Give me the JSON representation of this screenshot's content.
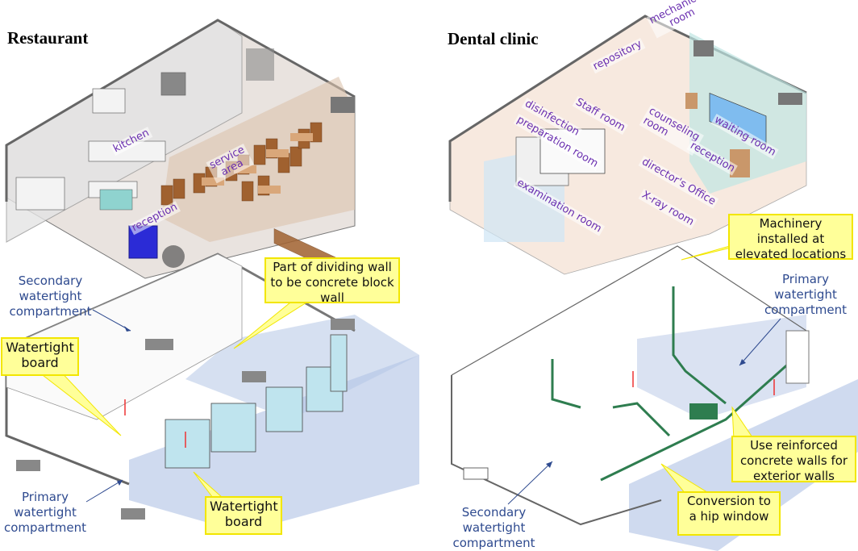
{
  "figure": {
    "panels": [
      {
        "title": "Restaurant",
        "rooms": [
          "kitchen",
          "service area",
          "reception"
        ],
        "annotations": {
          "secondary": "Secondary watertight compartment",
          "primary": "Primary watertight compartment",
          "callouts": [
            "Part of dividing wall to be concrete block wall",
            "Watertight board",
            "Watertight board"
          ]
        }
      },
      {
        "title": "Dental clinic",
        "rooms": [
          "repository",
          "mechanical room",
          "Staff room",
          "disinfection",
          "preparation room",
          "counseling room",
          "waiting room",
          "reception",
          "director's Office",
          "examination room",
          "X-ray room"
        ],
        "annotations": {
          "primary": "Primary watertight compartment",
          "secondary": "Secondary watertight compartment",
          "callouts": [
            "Machinery installed at elevated locations",
            "Use reinforced concrete walls for exterior walls",
            "Conversion to a hip window"
          ]
        }
      }
    ],
    "colors": {
      "room_label": "#6a2fb0",
      "callout_fill": "#ffff99",
      "callout_border": "#f2e600",
      "annotation_text": "#2e4a8f",
      "flood_water": "#9fb5dd",
      "rc_wall": "#2e7d4f",
      "seating": "#9b5a2e"
    }
  }
}
